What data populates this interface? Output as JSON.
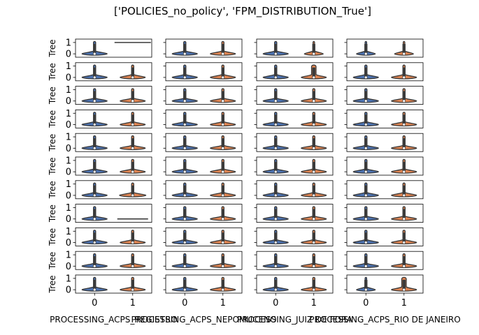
{
  "chart_data": {
    "type": "violin",
    "title": "['POLICIES_no_policy', 'FPM_DISTRIBUTION_True']",
    "row_ylabel": "Tree",
    "yticks": [
      0,
      1
    ],
    "xticks": [
      "0",
      "1"
    ],
    "ylim": [
      -0.3,
      1.3
    ],
    "columns": [
      "PROCESSING_ACPS_REGISTRO",
      "PROCESSING_ACPS_NEPOMUCENO",
      "PROCESSING_JUIZ DE FORA",
      "PROCESSING_ACPS_RIO DE JANEIRO"
    ],
    "colors": {
      "group_0": "#4c72b0",
      "group_1": "#dd8452",
      "edge": "#3a3a3a"
    },
    "violin_distributions": "each panel shows two violins: group 0 concentrated near 0 with a thin tail up to 1; group 1 concentrated near 0 with a thin tail up to 1 (values are binary)",
    "panels": [
      [
        {
          "g0": "normal",
          "g1": "flat_at_1"
        },
        {
          "g0": "normal",
          "g1": "normal"
        },
        {
          "g0": "normal",
          "g1": "thin"
        },
        {
          "g0": "thin",
          "g1": "thin"
        }
      ],
      [
        {
          "g0": "normal",
          "g1": "normal"
        },
        {
          "g0": "normal",
          "g1": "normal"
        },
        {
          "g0": "normal",
          "g1": "dense"
        },
        {
          "g0": "normal",
          "g1": "normal"
        }
      ],
      [
        {
          "g0": "normal",
          "g1": "normal"
        },
        {
          "g0": "normal",
          "g1": "normal"
        },
        {
          "g0": "normal",
          "g1": "normal"
        },
        {
          "g0": "normal",
          "g1": "normal"
        }
      ],
      [
        {
          "g0": "normal",
          "g1": "normal"
        },
        {
          "g0": "normal",
          "g1": "normal"
        },
        {
          "g0": "normal",
          "g1": "normal"
        },
        {
          "g0": "normal",
          "g1": "normal"
        }
      ],
      [
        {
          "g0": "normal",
          "g1": "normal"
        },
        {
          "g0": "normal",
          "g1": "normal"
        },
        {
          "g0": "normal",
          "g1": "normal"
        },
        {
          "g0": "normal",
          "g1": "normal"
        }
      ],
      [
        {
          "g0": "normal",
          "g1": "normal"
        },
        {
          "g0": "normal",
          "g1": "normal"
        },
        {
          "g0": "normal",
          "g1": "normal"
        },
        {
          "g0": "normal",
          "g1": "normal"
        }
      ],
      [
        {
          "g0": "normal",
          "g1": "wide"
        },
        {
          "g0": "normal",
          "g1": "normal"
        },
        {
          "g0": "normal",
          "g1": "normal"
        },
        {
          "g0": "normal",
          "g1": "normal"
        }
      ],
      [
        {
          "g0": "normal",
          "g1": "flat_at_0"
        },
        {
          "g0": "normal",
          "g1": "normal"
        },
        {
          "g0": "normal",
          "g1": "normal"
        },
        {
          "g0": "normal",
          "g1": "normal"
        }
      ],
      [
        {
          "g0": "normal",
          "g1": "normal"
        },
        {
          "g0": "normal",
          "g1": "normal"
        },
        {
          "g0": "normal",
          "g1": "normal"
        },
        {
          "g0": "normal",
          "g1": "normal"
        }
      ],
      [
        {
          "g0": "normal",
          "g1": "normal"
        },
        {
          "g0": "normal",
          "g1": "normal"
        },
        {
          "g0": "normal",
          "g1": "normal"
        },
        {
          "g0": "normal",
          "g1": "normal"
        }
      ],
      [
        {
          "g0": "normal",
          "g1": "normal"
        },
        {
          "g0": "normal",
          "g1": "normal"
        },
        {
          "g0": "normal",
          "g1": "normal"
        },
        {
          "g0": "thin",
          "g1": "dense"
        }
      ]
    ]
  }
}
